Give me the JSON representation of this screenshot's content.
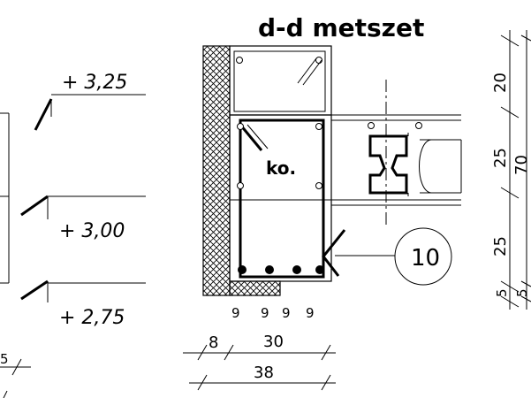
{
  "title": "d-d metszet",
  "elevations": [
    "+ 3,25",
    "+ 3,00",
    "+ 2,75"
  ],
  "section_label": "ko.",
  "detail_number": "10",
  "vertical_dims": [
    "20",
    "25",
    "25",
    "5",
    "5",
    "70"
  ],
  "bar_dims": [
    "9",
    "9",
    "9",
    "9"
  ],
  "horizontal_dims": [
    "8",
    "30",
    "38"
  ],
  "left_partial_dim": "5"
}
